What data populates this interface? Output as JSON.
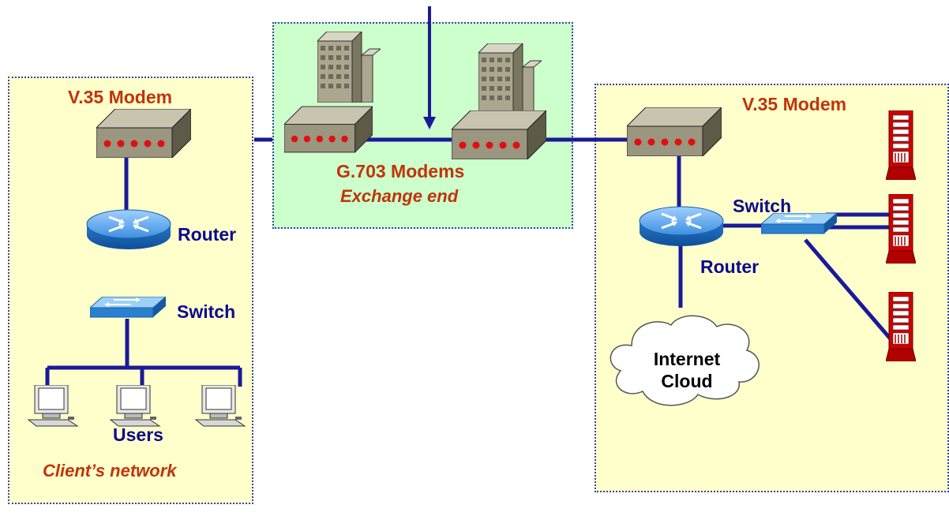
{
  "client": {
    "modem_label": "V.35 Modem",
    "router_label": "Router",
    "switch_label": "Switch",
    "users_label": "Users",
    "zone_label": "Client’s network"
  },
  "exchange": {
    "modems_label": "G.703 Modems",
    "zone_label": "Exchange end"
  },
  "isp": {
    "modem_label": "V.35 Modem",
    "switch_label": "Switch",
    "router_label": "Router",
    "cloud_line1": "Internet",
    "cloud_line2": "Cloud"
  },
  "colors": {
    "link": "#1a1a99",
    "client_zone": "#ffffcc",
    "exchange_zone": "#ccffcc",
    "label_navy": "#0a0a8c",
    "label_red": "#c0340a",
    "server_red": "#cc0000",
    "router_blue": "#1e7bd6"
  }
}
